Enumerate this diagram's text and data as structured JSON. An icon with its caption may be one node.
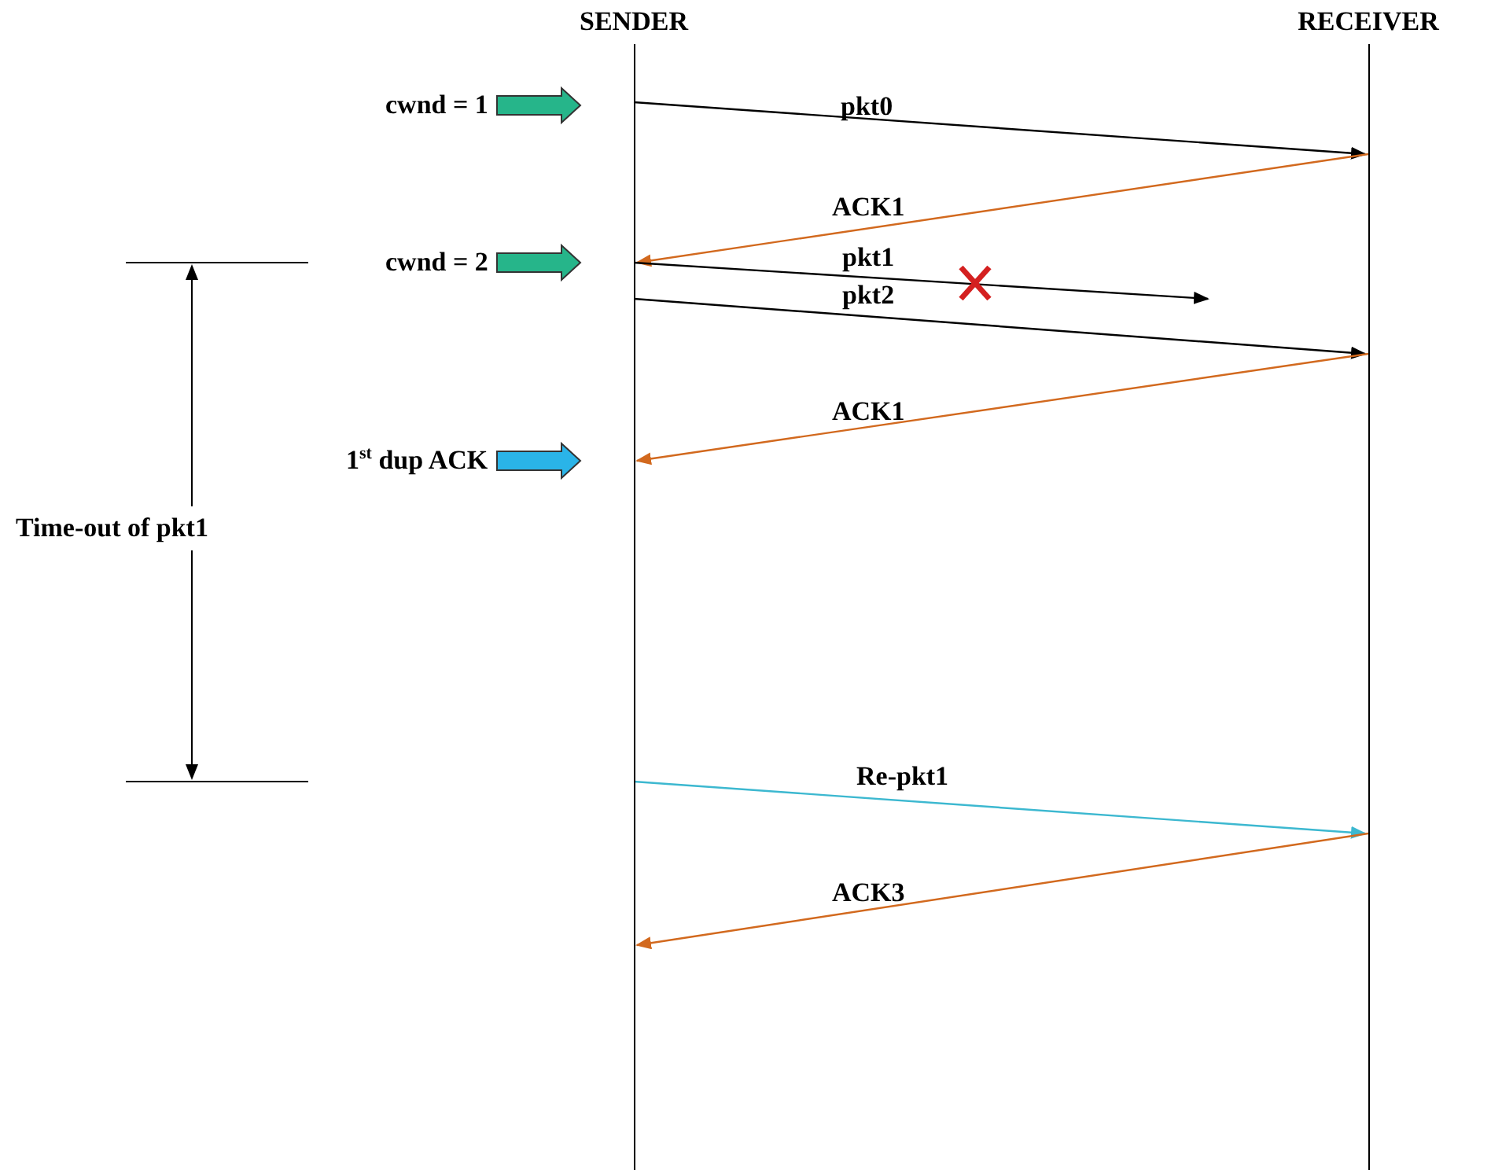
{
  "diagram": {
    "nodes": [
      {
        "text": [
          "SENDER"
        ]
      },
      {
        "text": [
          "RECEIVER"
        ]
      },
      {
        "text": [
          "cwnd = 1"
        ]
      },
      {
        "text": [
          "cwnd = 2"
        ]
      },
      {
        "text": [
          "1$^{st}$ dup ACK"
        ]
      }
    ],
    "edges": [
      {
        "from": 2,
        "to": 0,
        "arrow": "to",
        "style": "thick",
        "color": "#26b58a"
      },
      {
        "from": 0,
        "to": 1,
        "arrow": "to",
        "label": "pkt0"
      },
      {
        "from": 1,
        "to": 0,
        "arrow": "to",
        "label": "ACK1",
        "color": "#d2691e"
      },
      {
        "from": 3,
        "to": 0,
        "arrow": "to",
        "style": "thick",
        "color": "#26b58a"
      },
      {
        "from": 0,
        "to": null,
        "arrow": "to",
        "label": "pkt1"
      },
      {
        "from": 0,
        "to": 1,
        "arrow": "to",
        "label": "pkt2"
      },
      {
        "from": 1,
        "to": 0,
        "arrow": "to",
        "label": "ACK1",
        "color": "#d2691e"
      },
      {
        "from": 4,
        "to": 0,
        "arrow": "to",
        "style": "thick",
        "color": "#2ab4e8"
      },
      {
        "from": 0,
        "to": 1,
        "arrow": "to",
        "label": "Re-pkt1",
        "color": "#3cb8d0"
      },
      {
        "from": 1,
        "to": 0,
        "arrow": "to",
        "label": "ACK3",
        "color": "#d2691e"
      }
    ],
    "labels": [
      "Time-out of pkt1"
    ]
  }
}
